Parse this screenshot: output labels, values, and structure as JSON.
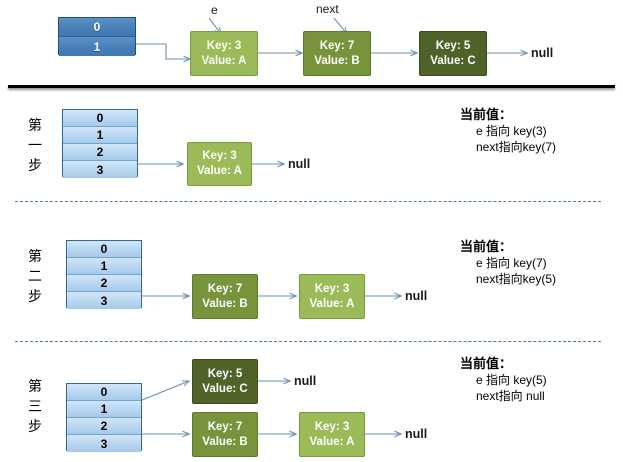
{
  "diagram": {
    "title": "HashMap transfer / rehash step diagram",
    "colors": {
      "node_light_green": "#9BBB59",
      "node_mid_green": "#77933C",
      "node_dark_green": "#4F6228",
      "bucket_blue_dark": "#4178B4",
      "bucket_blue_light": "#BCD9F2",
      "arrow_blue": "#6A90B4",
      "dashed_separator": "#4B7F96"
    },
    "null_label": "null"
  },
  "top": {
    "bucket_rows": [
      "0",
      "1"
    ],
    "pointer_labels": [
      {
        "name": "e-pointer-label",
        "text": "e"
      },
      {
        "name": "next-pointer-label",
        "text": "next"
      }
    ],
    "nodes": [
      {
        "key": "Key: 3",
        "value": "Value: A",
        "shade": "light"
      },
      {
        "key": "Key: 7",
        "value": "Value: B",
        "shade": "mid"
      },
      {
        "key": "Key: 5",
        "value": "Value: C",
        "shade": "dark"
      }
    ],
    "tail": "null"
  },
  "steps": [
    {
      "label_chars": [
        "第",
        "一",
        "步"
      ],
      "bucket_rows": [
        "0",
        "1",
        "2",
        "3"
      ],
      "chains": [
        {
          "from_row": "3",
          "nodes": [
            {
              "key": "Key: 3",
              "value": "Value: A",
              "shade": "light"
            }
          ],
          "tail": "null"
        }
      ],
      "note": {
        "title": "当前值：",
        "lines": [
          "e 指向 key(3)",
          "next指向key(7)"
        ]
      }
    },
    {
      "label_chars": [
        "第",
        "二",
        "步"
      ],
      "bucket_rows": [
        "0",
        "1",
        "2",
        "3"
      ],
      "chains": [
        {
          "from_row": "3",
          "nodes": [
            {
              "key": "Key: 7",
              "value": "Value: B",
              "shade": "mid"
            },
            {
              "key": "Key: 3",
              "value": "Value: A",
              "shade": "light"
            }
          ],
          "tail": "null"
        }
      ],
      "note": {
        "title": "当前值：",
        "lines": [
          "e 指向 key(7)",
          "next指向key(5)"
        ]
      }
    },
    {
      "label_chars": [
        "第",
        "三",
        "步"
      ],
      "bucket_rows": [
        "0",
        "1",
        "2",
        "3"
      ],
      "chains": [
        {
          "from_row": "1",
          "nodes": [
            {
              "key": "Key: 5",
              "value": "Value: C",
              "shade": "dark"
            }
          ],
          "tail": "null"
        },
        {
          "from_row": "3",
          "nodes": [
            {
              "key": "Key: 7",
              "value": "Value: B",
              "shade": "mid"
            },
            {
              "key": "Key: 3",
              "value": "Value: A",
              "shade": "light"
            }
          ],
          "tail": "null"
        }
      ],
      "note": {
        "title": "当前值：",
        "lines": [
          "e 指向 key(5)",
          "next指向 null"
        ]
      }
    }
  ]
}
